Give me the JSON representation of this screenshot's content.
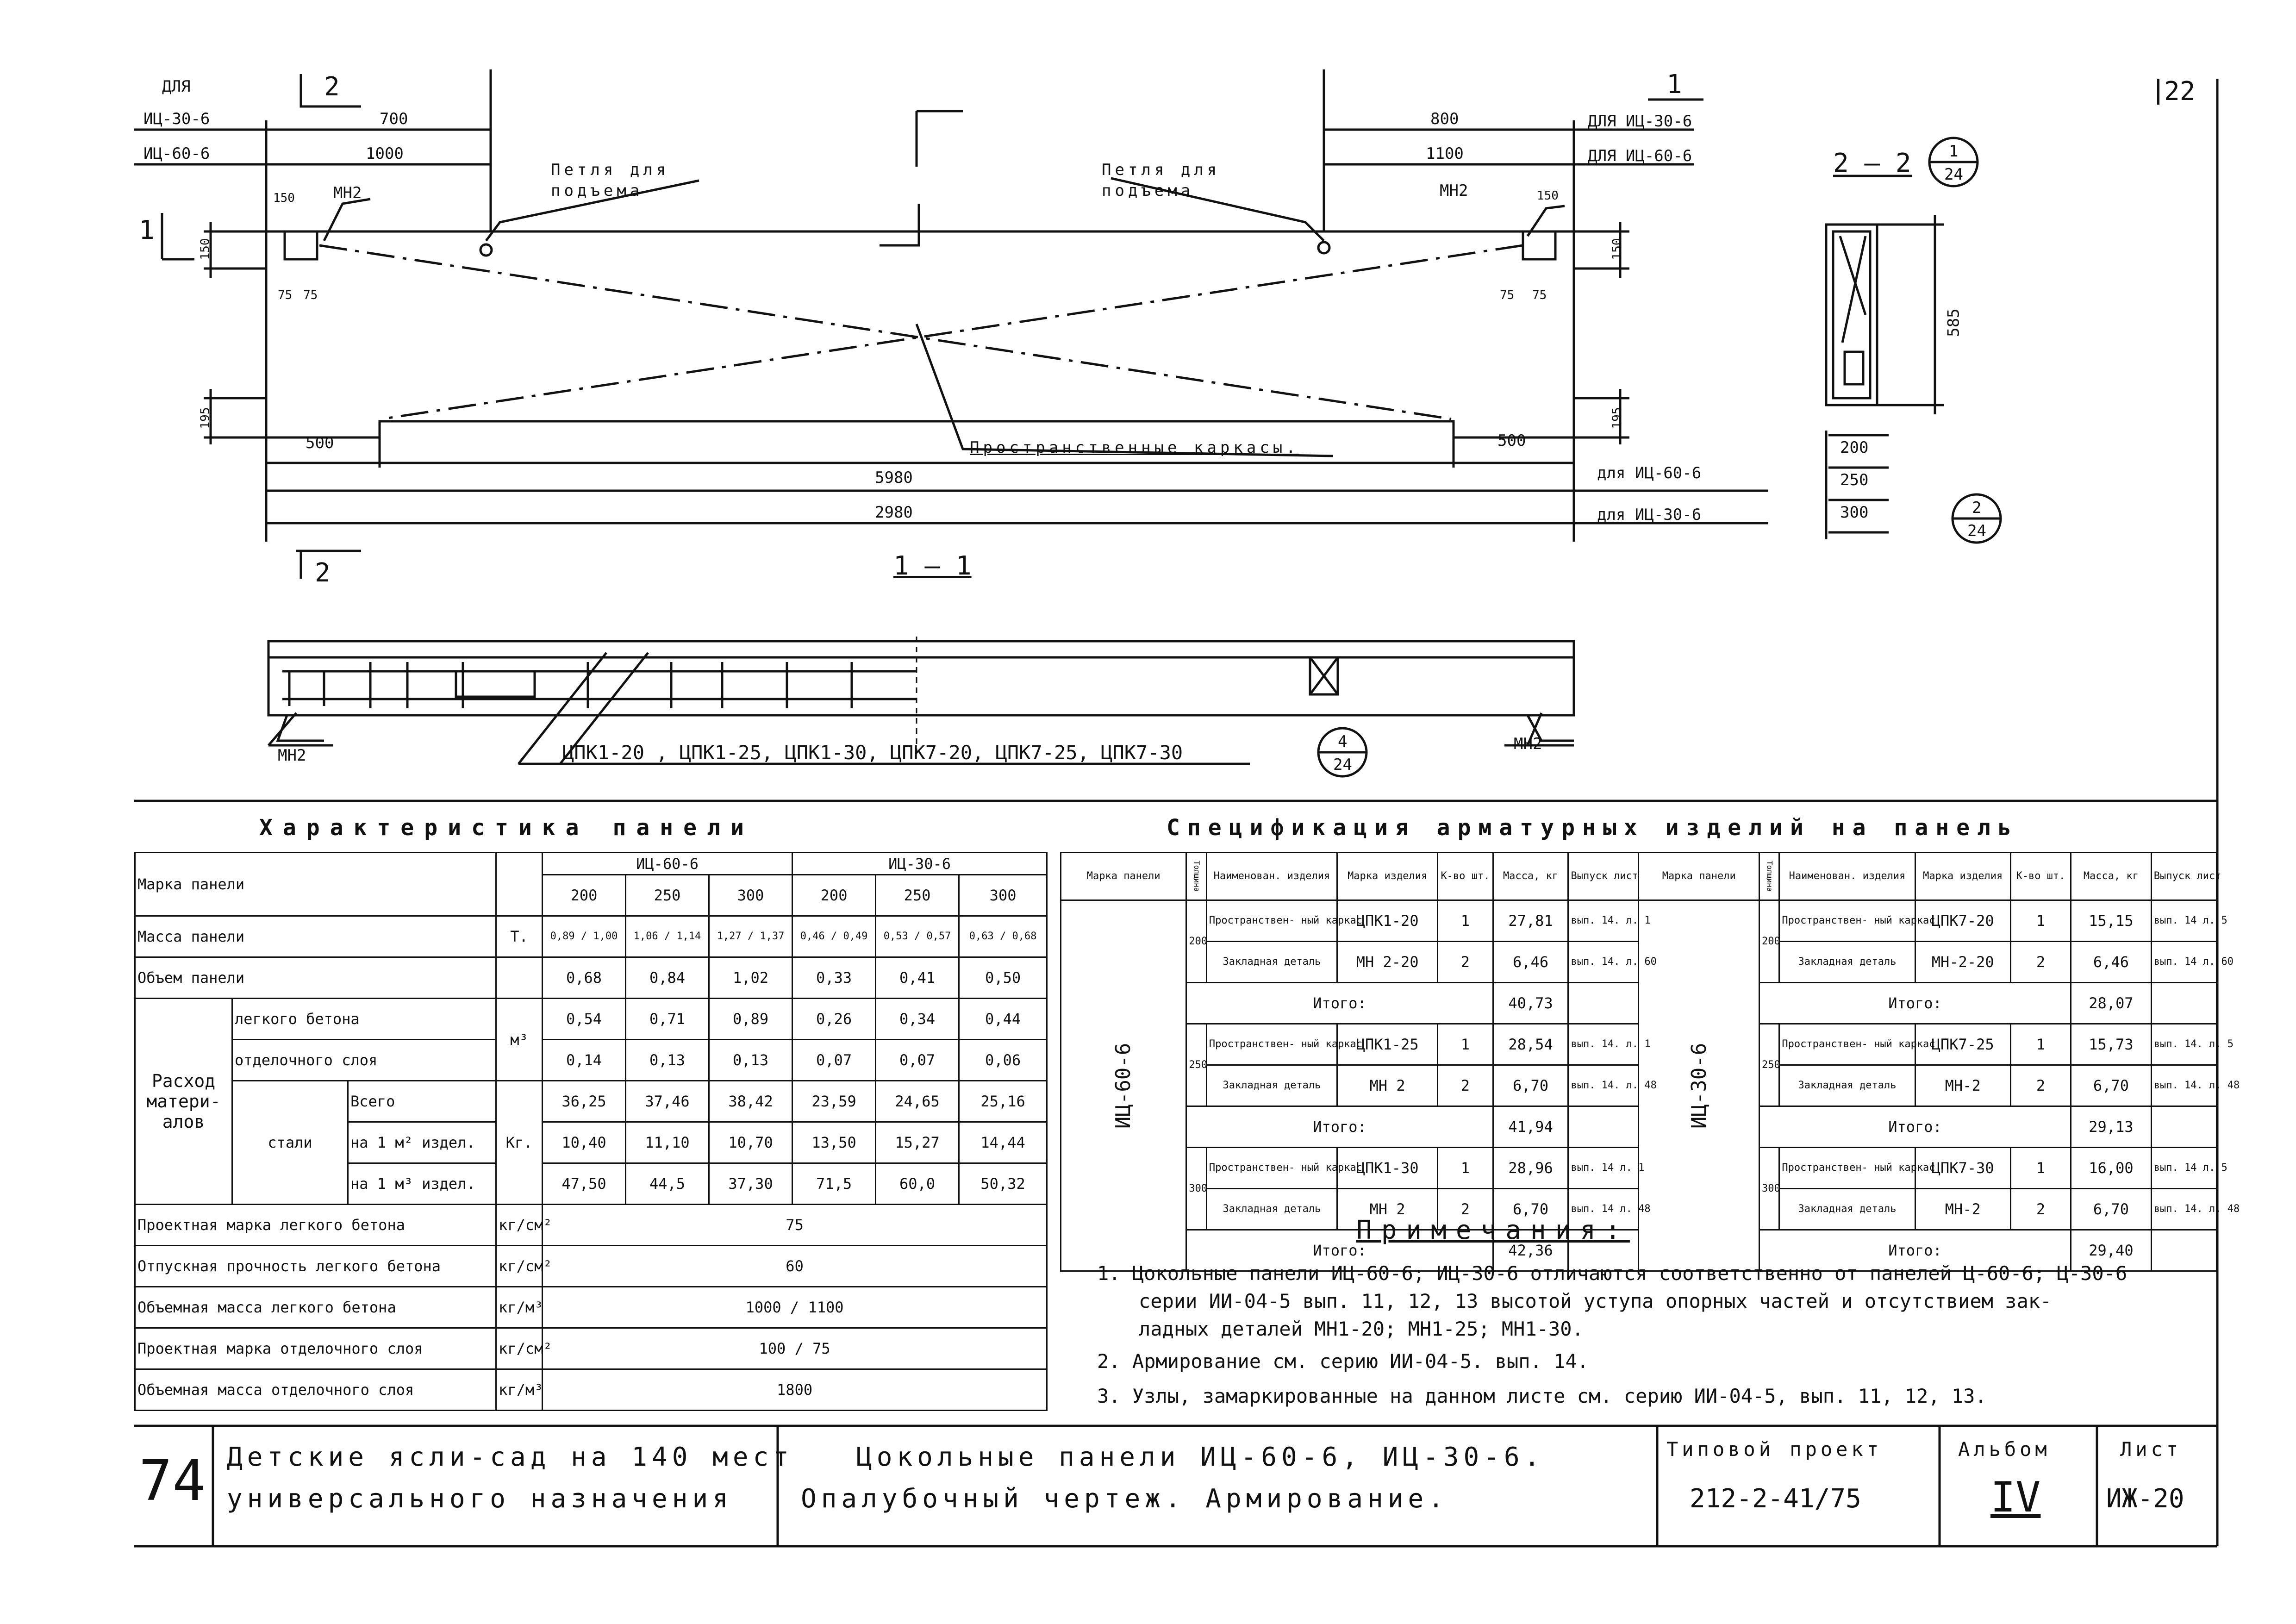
{
  "sheet_number_corner": "22",
  "drawing": {
    "label_dlya": "ДЛЯ",
    "dim_mark_30": "ИЦ-30-6",
    "dim_mark_60": "ИЦ-60-6",
    "left_dim_30": "700",
    "left_dim_60": "1000",
    "right_dim_30": "800",
    "right_dim_60": "1100",
    "right_label_30": "ДЛЯ ИЦ-30-6",
    "right_label_60": "ДЛЯ ИЦ-60-6",
    "loop_label_1": "Петля для",
    "loop_label_2": "подъема",
    "mn2": "МН2",
    "dim_150": "150",
    "dim_75a": "75",
    "dim_75b": "75",
    "dim_195": "195",
    "dim_500_left": "500",
    "dim_500_right": "500",
    "frames_label": "Пространственные каркасы.",
    "len_5980": "5980",
    "len_2980": "2980",
    "len_label_60": "для ИЦ-60-6",
    "len_label_30": "для ИЦ-30-6",
    "section_mark_2_top": "2",
    "section_mark_2_bottom": "2",
    "section_mark_1": "1",
    "section_mark_1_right": "1",
    "section_2_2": "2 — 2",
    "section_1_1": "1 — 1",
    "ref_1_24_top": "1",
    "ref_1_24_bottom": "24",
    "ref_2_24_top": "2",
    "ref_2_24_bottom": "24",
    "ref_4_24_top": "4",
    "ref_4_24_bottom": "24",
    "dim_585": "585",
    "thickness_200": "200",
    "thickness_250": "250",
    "thickness_300": "300",
    "mn2_left": "МН2",
    "mn2_right": "МН2",
    "frames_list": "ЦПК1-20 , ЦПК1-25, ЦПК1-30, ЦПК7-20, ЦПК7-25, ЦПК7-30"
  },
  "characteristics": {
    "title": "Характеристика панели",
    "mark_label": "Марка панели",
    "group_60": "ИЦ-60-6",
    "group_30": "ИЦ-30-6",
    "thicknesses": [
      "200",
      "250",
      "300",
      "200",
      "250",
      "300"
    ],
    "mass_label": "Масса панели",
    "mass_unit": "Т.",
    "mass_a": [
      "0,89",
      "1,06",
      "1,27",
      "0,46",
      "0,53",
      "0,63"
    ],
    "mass_b": [
      "1,00",
      "1,14",
      "1,37",
      "0,49",
      "0,57",
      "0,68"
    ],
    "volume_label": "Объем панели",
    "volume": [
      "0,68",
      "0,84",
      "1,02",
      "0,33",
      "0,41",
      "0,50"
    ],
    "consumption_label": "Расход матери- алов",
    "light_concrete_label": "легкого бетона",
    "light_concrete": [
      "0,54",
      "0,71",
      "0,89",
      "0,26",
      "0,34",
      "0,44"
    ],
    "unit_m3": "м³",
    "finish_layer_label": "отделочного слоя",
    "finish_layer": [
      "0,14",
      "0,13",
      "0,13",
      "0,07",
      "0,07",
      "0,06"
    ],
    "steel_label": "стали",
    "steel_total_label": "Всего",
    "steel_total": [
      "36,25",
      "37,46",
      "38,42",
      "23,59",
      "24,65",
      "25,16"
    ],
    "steel_per_m2_label": "на 1 м² издел.",
    "steel_per_m2": [
      "10,40",
      "11,10",
      "10,70",
      "13,50",
      "15,27",
      "14,44"
    ],
    "steel_per_m3_label": "на 1 м³ издел.",
    "steel_per_m3": [
      "47,50",
      "44,5",
      "37,30",
      "71,5",
      "60,0",
      "50,32"
    ],
    "unit_kg": "Кг.",
    "rows_bottom": [
      {
        "label": "Проектная марка легкого бетона",
        "unit": "кг/см²",
        "value": "75"
      },
      {
        "label": "Отпускная прочность легкого бетона",
        "unit": "кг/см²",
        "value": "60"
      },
      {
        "label": "Объемная масса легкого бетона",
        "unit": "кг/м³",
        "value": "1000 / 1100"
      },
      {
        "label": "Проектная марка отделочного слоя",
        "unit": "кг/см²",
        "value": "100 / 75"
      },
      {
        "label": "Объемная масса отделочного слоя",
        "unit": "кг/м³",
        "value": "1800"
      }
    ]
  },
  "specification": {
    "title": "Спецификация арматурных изделий на панель",
    "headers": [
      "Марка панели",
      "Толщина",
      "Наименован. изделия",
      "Марка изделия",
      "К-во шт.",
      "Масса, кг",
      "Выпуск лист"
    ],
    "mark_60": "ИЦ-60-6",
    "mark_30": "ИЦ-30-6",
    "name_frame": "Пространствен- ный каркас",
    "name_detail": "Закладная деталь",
    "total_label": "Итого:",
    "left": [
      {
        "th": "200",
        "frame": "ЦПК1-20",
        "fq": "1",
        "fm": "27,81",
        "fl": "вып. 14. л. 1",
        "detail": "МН 2-20",
        "dq": "2",
        "dm": "6,46",
        "dl": "вып. 14. л. 60",
        "total": "40,73"
      },
      {
        "th": "250",
        "frame": "ЦПК1-25",
        "fq": "1",
        "fm": "28,54",
        "fl": "вып. 14. л. 1",
        "detail": "МН 2",
        "dq": "2",
        "dm": "6,70",
        "dl": "вып. 14. л. 48",
        "total": "41,94"
      },
      {
        "th": "300",
        "frame": "ЦПК1-30",
        "fq": "1",
        "fm": "28,96",
        "fl": "вып. 14 л. 1",
        "detail": "МН 2",
        "dq": "2",
        "dm": "6,70",
        "dl": "вып. 14 л. 48",
        "total": "42,36"
      }
    ],
    "right": [
      {
        "th": "200",
        "frame": "ЦПК7-20",
        "fq": "1",
        "fm": "15,15",
        "fl": "вып. 14 л. 5",
        "detail": "МН-2-20",
        "dq": "2",
        "dm": "6,46",
        "dl": "вып. 14 л. 60",
        "total": "28,07"
      },
      {
        "th": "250",
        "frame": "ЦПК7-25",
        "fq": "1",
        "fm": "15,73",
        "fl": "вып. 14. л. 5",
        "detail": "МН-2",
        "dq": "2",
        "dm": "6,70",
        "dl": "вып. 14. л. 48",
        "total": "29,13"
      },
      {
        "th": "300",
        "frame": "ЦПК7-30",
        "fq": "1",
        "fm": "16,00",
        "fl": "вып. 14 л. 5",
        "detail": "МН-2",
        "dq": "2",
        "dm": "6,70",
        "dl": "вып. 14. л. 48",
        "total": "29,40"
      }
    ]
  },
  "notes": {
    "title": "Примечания:",
    "items": [
      "1. Цокольные панели ИЦ-60-6; ИЦ-30-6 отличаются соответственно от панелей Ц-60-6; Ц-30-6",
      "серии ИИ-04-5 вып. 11, 12, 13 высотой уступа опорных частей и отсутствием зак-",
      "ладных деталей МН1-20; МН1-25; МН1-30.",
      "2. Армирование см. серию ИИ-04-5. вып. 14.",
      "3. Узлы, замаркированные на данном листе см. серию ИИ-04-5, вып. 11, 12, 13."
    ]
  },
  "title_block": {
    "page": "74",
    "project_line1": "Детские ясли-сад на 140 мест",
    "project_line2": "универсального назначения",
    "sheet_title_line1": "Цокольные панели ИЦ-60-6, ИЦ-30-6.",
    "sheet_title_line2": "Опалубочный чертеж. Армирование.",
    "typical_label": "Типовой проект",
    "project_code": "212-2-41/75",
    "album_label": "Альбом",
    "album_value": "IV",
    "sheet_label": "Лист",
    "sheet_value": "ИЖ-20"
  }
}
